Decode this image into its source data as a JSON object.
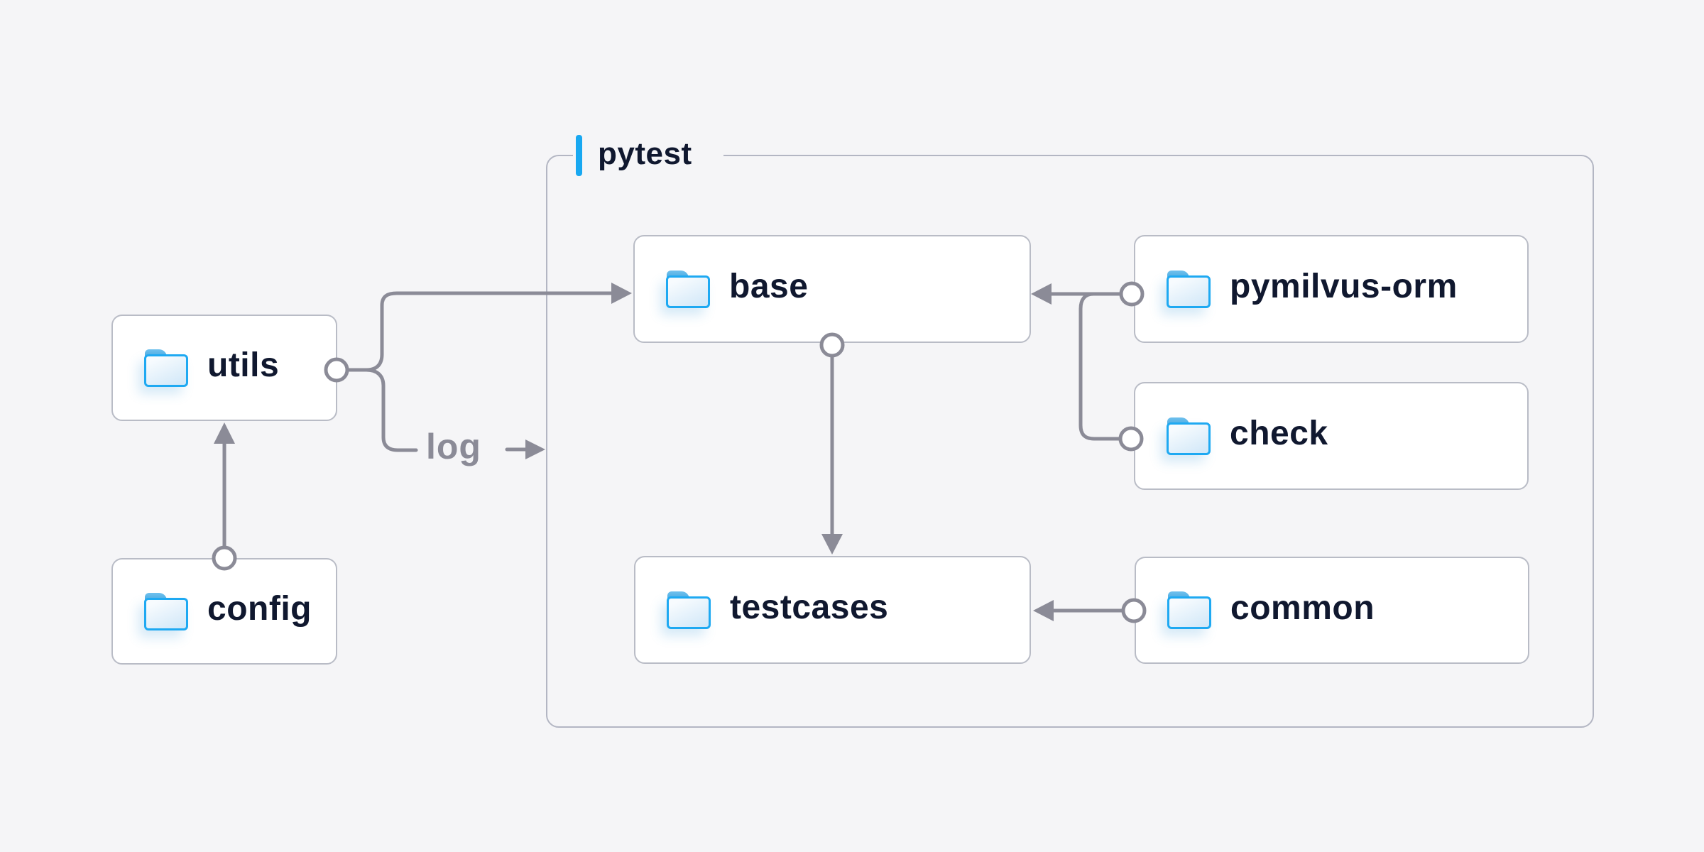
{
  "diagram": {
    "description": "Folder dependency diagram",
    "background": "#f5f5f7"
  },
  "colors": {
    "accent_blue": "#18a8f1",
    "connector_gray": "#8b8b97",
    "node_border": "#b9bcc6",
    "group_border": "#b3b6c3",
    "label_navy": "#10182f",
    "edge_label_gray": "#8b8b97",
    "folder_stroke": "#1ea9f2",
    "folder_tab": "#3d9fd9",
    "folder_fill": "#d0e7f8"
  },
  "group": {
    "label": "pytest"
  },
  "nodes": {
    "utils": {
      "label": "utils",
      "icon": "folder-icon"
    },
    "config": {
      "label": "config",
      "icon": "folder-icon"
    },
    "base": {
      "label": "base",
      "icon": "folder-icon"
    },
    "pymilvus_orm": {
      "label": "pymilvus-orm",
      "icon": "folder-icon"
    },
    "check": {
      "label": "check",
      "icon": "folder-icon"
    },
    "testcases": {
      "label": "testcases",
      "icon": "folder-icon"
    },
    "common": {
      "label": "common",
      "icon": "folder-icon"
    }
  },
  "edge_labels": {
    "log": "log"
  },
  "edges": [
    {
      "from": "config",
      "to": "utils",
      "label": ""
    },
    {
      "from": "utils",
      "to": "base",
      "label": ""
    },
    {
      "from": "utils",
      "to": "pytest",
      "label": "log"
    },
    {
      "from": "pymilvus_orm",
      "to": "base",
      "label": ""
    },
    {
      "from": "check",
      "to": "base",
      "label": ""
    },
    {
      "from": "base",
      "to": "testcases",
      "label": ""
    },
    {
      "from": "common",
      "to": "testcases",
      "label": ""
    }
  ]
}
